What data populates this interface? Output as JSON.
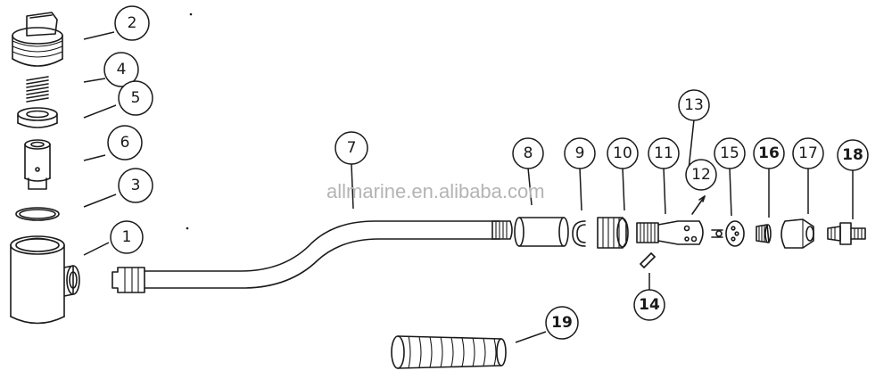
{
  "watermark": "allmarine.en.alibaba.com",
  "callouts": {
    "c1": "1",
    "c2": "2",
    "c3": "3",
    "c4": "4",
    "c5": "5",
    "c6": "6",
    "c7": "7",
    "c8": "8",
    "c9": "9",
    "c10": "10",
    "c11": "11",
    "c12": "12",
    "c13": "13",
    "c14": "14",
    "c15": "15",
    "c16": "16",
    "c17": "17",
    "c18": "18",
    "c19": "19"
  }
}
